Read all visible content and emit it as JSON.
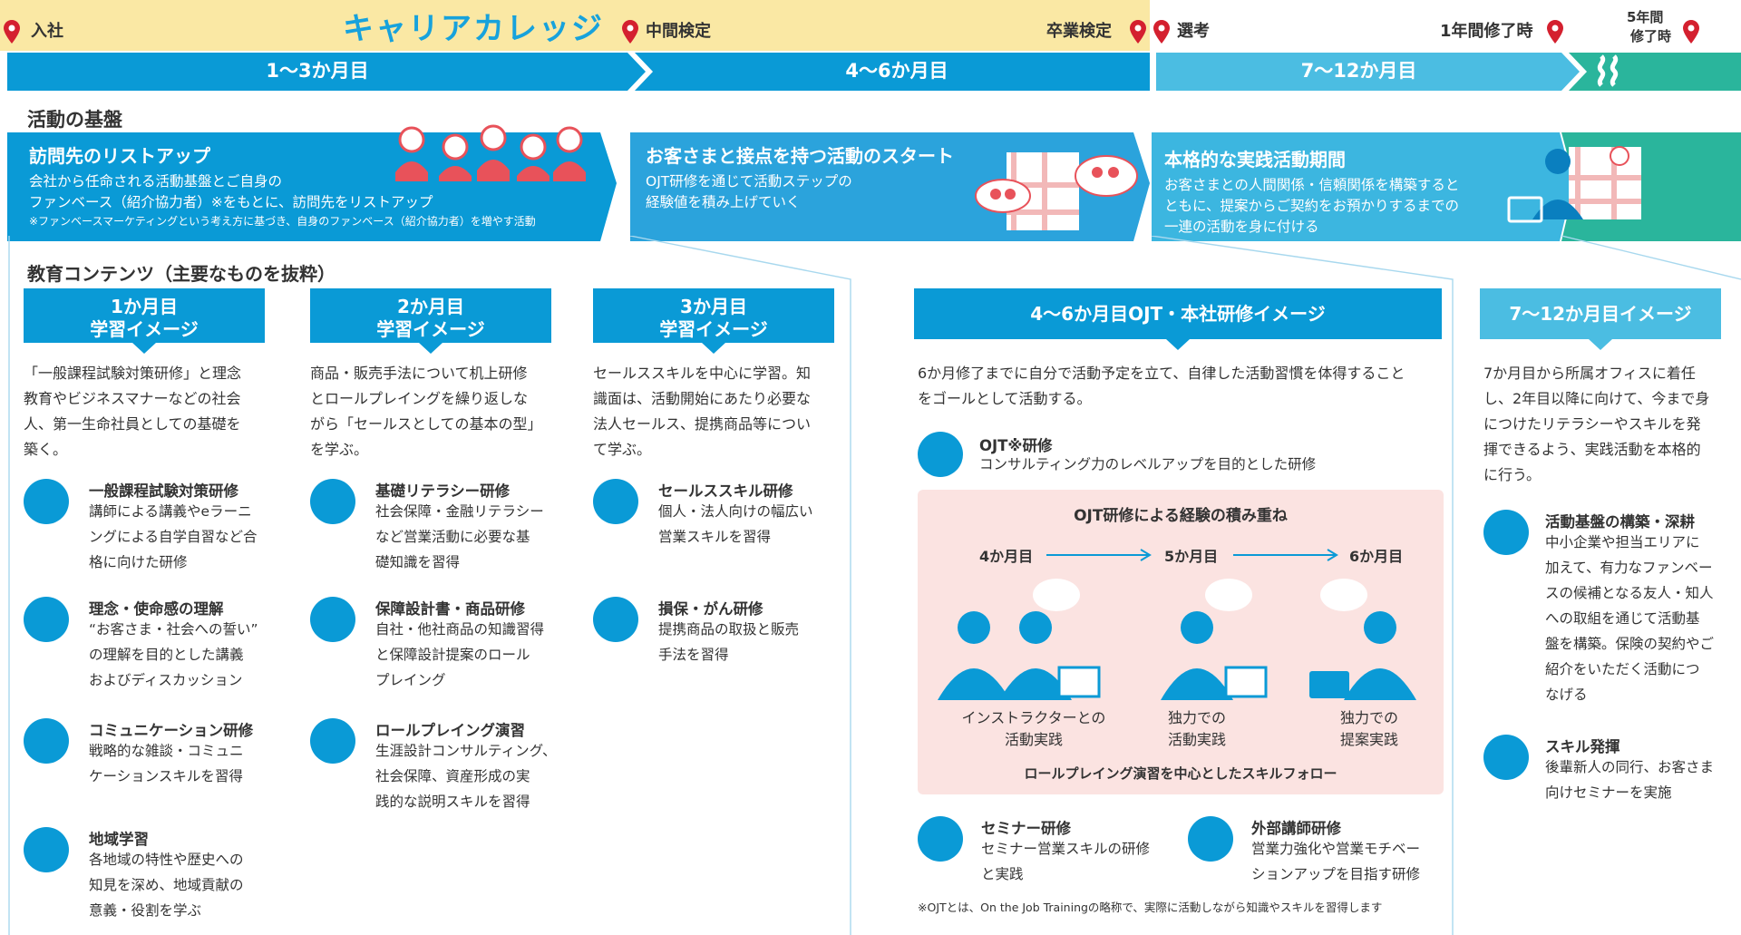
{
  "colors": {
    "accent": "#0a9ad6",
    "light": "#4bbde2",
    "teal": "#2ab59c",
    "yellow": "#fae8a4",
    "pink": "#fbe3e1",
    "red": "#e8525a",
    "pin": "#d4202f"
  },
  "top_banner": {
    "title": "キャリアカレッジ"
  },
  "milestones": {
    "m1": "入社",
    "m2": "中間検定",
    "m3": "卒業検定",
    "m4": "選考",
    "m5": "1年間修了時",
    "m6a": "5年間",
    "m6b": "修了時"
  },
  "phases": {
    "p1": "1〜3か月目",
    "p2": "4〜6か月目",
    "p3": "7〜12か月目"
  },
  "foundation": {
    "label": "活動の基盤",
    "b1": {
      "title": "訪問先のリストアップ",
      "l1": "会社から任命される活動基盤とご自身の",
      "l2": "ファンベース（紹介協力者）※をもとに、訪問先をリストアップ",
      "note": "※ファンベースマーケティングという考え方に基づき、自身のファンベース（紹介協力者）を増やす活動"
    },
    "b2": {
      "title": "お客さまと接点を持つ活動のスタート",
      "l1": "OJT研修を通じて活動ステップの",
      "l2": "経験値を積み上げていく"
    },
    "b3": {
      "title": "本格的な実践活動期間",
      "l1": "お客さまとの人間関係・信頼関係を構築すると",
      "l2": "ともに、提案からご契約をお預かりするまでの",
      "l3": "一連の活動を身に付ける"
    }
  },
  "education": {
    "label": "教育コンテンツ（主要なものを抜粋）",
    "c1": {
      "h1": "1か月目",
      "h2": "学習イメージ",
      "intro": [
        "「一般課程試験対策研修」と理念",
        "教育やビジネスマナーなどの社会",
        "人、第一生命社員としての基礎を",
        "築く。"
      ],
      "items": [
        {
          "t": "一般課程試験対策研修",
          "d": [
            "講師による講義やeラーニ",
            "ングによる自学自習など合",
            "格に向けた研修"
          ]
        },
        {
          "t": "理念・使命感の理解",
          "d": [
            "“お客さま・社会への誓い”",
            "の理解を目的とした講義",
            "およびディスカッション"
          ]
        },
        {
          "t": "コミュニケーション研修",
          "d": [
            "戦略的な雑談・コミュニ",
            "ケーションスキルを習得"
          ]
        },
        {
          "t": "地域学習",
          "d": [
            "各地域の特性や歴史への",
            "知見を深め、地域貢献の",
            "意義・役割を学ぶ"
          ]
        }
      ]
    },
    "c2": {
      "h1": "2か月目",
      "h2": "学習イメージ",
      "intro": [
        "商品・販売手法について机上研修",
        "とロールプレイングを繰り返しな",
        "がら「セールスとしての基本の型」",
        "を学ぶ。"
      ],
      "items": [
        {
          "t": "基礎リテラシー研修",
          "d": [
            "社会保障・金融リテラシー",
            "など営業活動に必要な基",
            "礎知識を習得"
          ]
        },
        {
          "t": "保障設計書・商品研修",
          "d": [
            "自社・他社商品の知識習得",
            "と保障設計提案のロール",
            "プレイング"
          ]
        },
        {
          "t": "ロールプレイング演習",
          "d": [
            "生涯設計コンサルティング、",
            "社会保障、資産形成の実",
            "践的な説明スキルを習得"
          ]
        }
      ]
    },
    "c3": {
      "h1": "3か月目",
      "h2": "学習イメージ",
      "intro": [
        "セールススキルを中心に学習。知",
        "識面は、活動開始にあたり必要な",
        "法人セールス、提携商品等につい",
        "て学ぶ。"
      ],
      "items": [
        {
          "t": "セールススキル研修",
          "d": [
            "個人・法人向けの幅広い",
            "営業スキルを習得"
          ]
        },
        {
          "t": "損保・がん研修",
          "d": [
            "提携商品の取扱と販売",
            "手法を習得"
          ]
        }
      ]
    },
    "c4": {
      "h": "4〜6か月目OJT・本社研修イメージ",
      "intro": [
        "6か月修了までに自分で活動予定を立て、自律した活動習慣を体得すること",
        "をゴールとして活動する。"
      ],
      "ojt": {
        "t": "OJT※研修",
        "d": "コンサルティング力のレベルアップを目的とした研修"
      },
      "box": {
        "title": "OJT研修による経験の積み重ね",
        "m4": "4か月目",
        "m5": "5か月目",
        "m6": "6か月目",
        "s1a": "インストラクターとの",
        "s1b": "活動実践",
        "s2a": "独力での",
        "s2b": "活動実践",
        "s3a": "独力での",
        "s3b": "提案実践",
        "footer": "ロールプレイング演習を中心としたスキルフォロー"
      },
      "seminar": {
        "t": "セミナー研修",
        "d": [
          "セミナー営業スキルの研修",
          "と実践"
        ]
      },
      "external": {
        "t": "外部講師研修",
        "d": [
          "営業力強化や営業モチベー",
          "ションアップを目指す研修"
        ]
      },
      "note": "※OJTとは、On the Job Trainingの略称で、実際に活動しながら知識やスキルを習得します"
    },
    "c5": {
      "h": "7〜12か月目イメージ",
      "intro": [
        "7か月目から所属オフィスに着任",
        "し、2年目以降に向けて、今まで身",
        "につけたリテラシーやスキルを発",
        "揮できるよう、実践活動を本格的",
        "に行う。"
      ],
      "items": [
        {
          "t": "活動基盤の構築・深耕",
          "d": [
            "中小企業や担当エリアに",
            "加えて、有力なファンベー",
            "スの候補となる友人・知人",
            "への取組を通じて活動基",
            "盤を構築。保険の契約やご",
            "紹介をいただく活動につ",
            "なげる"
          ]
        },
        {
          "t": "スキル発揮",
          "d": [
            "後輩新人の同行、お客さま",
            "向けセミナーを実施"
          ]
        }
      ]
    }
  }
}
